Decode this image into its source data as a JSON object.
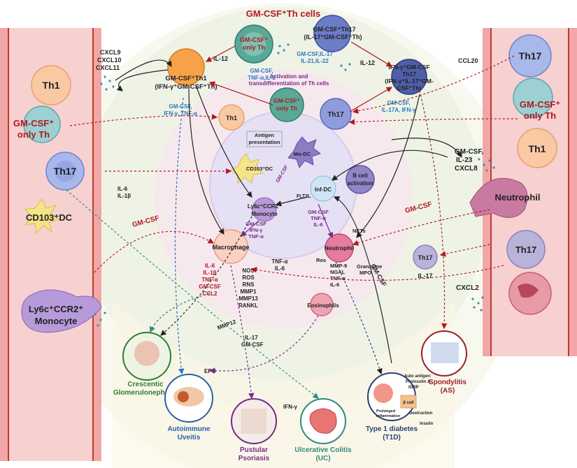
{
  "title": "GM-CSF⁺Th cells",
  "colors": {
    "vessel": "#f7d0d0",
    "vessel_border": "#c0392b",
    "ring_outer": "#eef4e4",
    "ring_mid": "#f6ecef",
    "core": "#e6e0f4",
    "red_text": "#b3171f",
    "blue_text": "#2b78c2",
    "purple_text": "#7a2a8a",
    "green_text": "#2e7d32"
  },
  "left_vessel": {
    "cells": [
      "Th1",
      "GM-CSF⁺ only Th",
      "Th17",
      "CD103⁺DC",
      "Ly6c⁺CCR2⁺ Monocyte"
    ]
  },
  "right_vessel": {
    "cells": [
      "Th17",
      "GM-CSF⁺ only Th",
      "Th1",
      "Neutrophil",
      "Th17"
    ]
  },
  "chemokines": {
    "left": [
      "CXCL9",
      "CXCL10",
      "CXCL11"
    ],
    "ccl20": "CCL20",
    "right": [
      "GM-CSF,",
      "IL-23",
      "CXCL8"
    ],
    "cxcl2": "CXCL2",
    "left_il": [
      "IL-6",
      "IL-1β"
    ]
  },
  "th_cells": {
    "gm_only_top": "GM-CSF⁺ only Th",
    "gm_only_top_cytokines": [
      "GM-CSF,",
      "TNF-α,IL-2"
    ],
    "th1_double": [
      "GM-CSF⁺Th1",
      "(IFN-γ⁺GM-CSF⁺Th)"
    ],
    "th1_cytokines": [
      "GM-CSF,",
      "IFN-γ, TNF-α"
    ],
    "th17_gm": [
      "GM-CSF⁺Th17",
      "(IL-17⁺GM-CSF⁺Th)"
    ],
    "th17_gm_cytokines": [
      "GM-CSF,IL-17",
      "IL-21,IL-22"
    ],
    "th17_ifn": [
      "IFN-γ⁺GM-CSF",
      "Th17",
      "(IFN-γ⁺IL-17⁺GM-",
      "CSF⁺Th)"
    ],
    "th17_ifn_cytokines": [
      "GM-CSF,",
      "IL-17A, IFN-γ"
    ],
    "il12_left": "IL-12",
    "il12_right": "IL-12",
    "activation": [
      "Activation and",
      "transdifferentiation of Th cells"
    ],
    "gm_only_mid": "GM-CSF⁺ only Th",
    "th1_mid": "Th1",
    "th17_mid": "Th17"
  },
  "core": {
    "antigen": [
      "Antigen",
      "presentation"
    ],
    "mo_dc": "Mo-DC",
    "cd103_dc": "CD103⁺DC",
    "b_cell": [
      "B cell",
      "activation"
    ],
    "gm_csf_label": "GM-CSF",
    "flt3l": "FLT3L",
    "inf_dc": "Inf-DC",
    "monocyte": [
      "Ly6c⁺CCR2⁺",
      "Monocyte"
    ],
    "mono_cytokines": [
      "GM-CSF",
      "IFN-γ",
      "TNF-α"
    ],
    "infdc_cytokines": [
      "GM-CSF",
      "TNF-α",
      "IL-6"
    ]
  },
  "effectors": {
    "macrophage": "Macrophage",
    "mac_cytokines": [
      "IL-6",
      "IL-1β",
      "TNF-α",
      "GM-CSF",
      "CCL2"
    ],
    "mac_mediators": [
      "NOS",
      "ROS",
      "RNS",
      "MMP1",
      "MMP13",
      "RANKL"
    ],
    "tnf_il6": [
      "TNF-α",
      "IL-6"
    ],
    "nets": "NETs",
    "neutrophil": "Neutrophil",
    "neut_mediators": [
      "Ros",
      "MMP-9",
      "NGAL",
      "TNF-α",
      "IL-6"
    ],
    "granzyme": [
      "Granzyme",
      "MPO"
    ],
    "eosinophils": "Eosinophils",
    "mmp12": "MMP12",
    "il17_gmcsf": [
      "IL-17",
      "GM-CSF"
    ],
    "epo": "EPO",
    "ifn_g": "IFN-γ",
    "th17_small": "Th17",
    "il17_small": "IL-17",
    "gm_csf_left": "GM-CSF",
    "gm_csf_right": "GM-CSF",
    "gm_csf_diag": "GM-CSF"
  },
  "diseases": {
    "glomerulonephritis": [
      "Crescentic",
      "Glomerulonephritis"
    ],
    "uveitis": [
      "Autoimmune",
      "Uveitis"
    ],
    "psoriasis": [
      "Pustular",
      "Psoriasis"
    ],
    "uc": [
      "Ulcerative Colitis",
      "(UC)"
    ],
    "t1d": [
      "Type 1 diabetes",
      "(T1D)"
    ],
    "as": [
      "Spondylitis",
      "(AS)"
    ],
    "t1d_details": [
      "Auto antigen:",
      "Proinsulin &",
      "IGRP",
      "β cell",
      "Destruction",
      "Insulin",
      "Prolonged",
      "inflammation"
    ]
  }
}
